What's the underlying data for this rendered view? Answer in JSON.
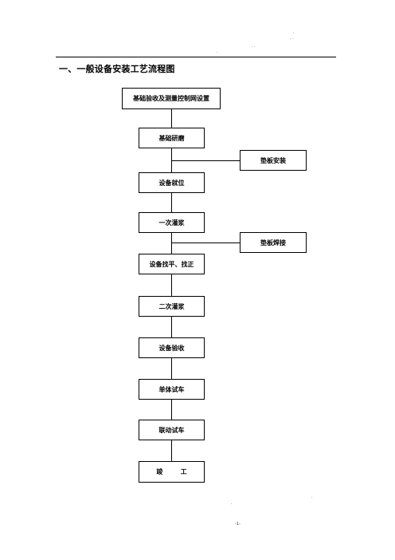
{
  "header": {
    "marks": [
      ".",
      "· ·",
      "· ·",
      "."
    ]
  },
  "title": "一、一般设备安装工艺流程图",
  "flow": {
    "start": "基础验收及测量控制网设置",
    "steps": [
      "基础研磨",
      "设备就位",
      "一次灌浆",
      "设备找平、找正",
      "二次灌浆",
      "设备验收",
      "单体试车",
      "联动试车",
      "竣        工"
    ],
    "side": [
      "垫板安装",
      "垫板焊接"
    ]
  },
  "footer": {
    "marks": [
      ".",
      ".",
      "-1-"
    ]
  }
}
